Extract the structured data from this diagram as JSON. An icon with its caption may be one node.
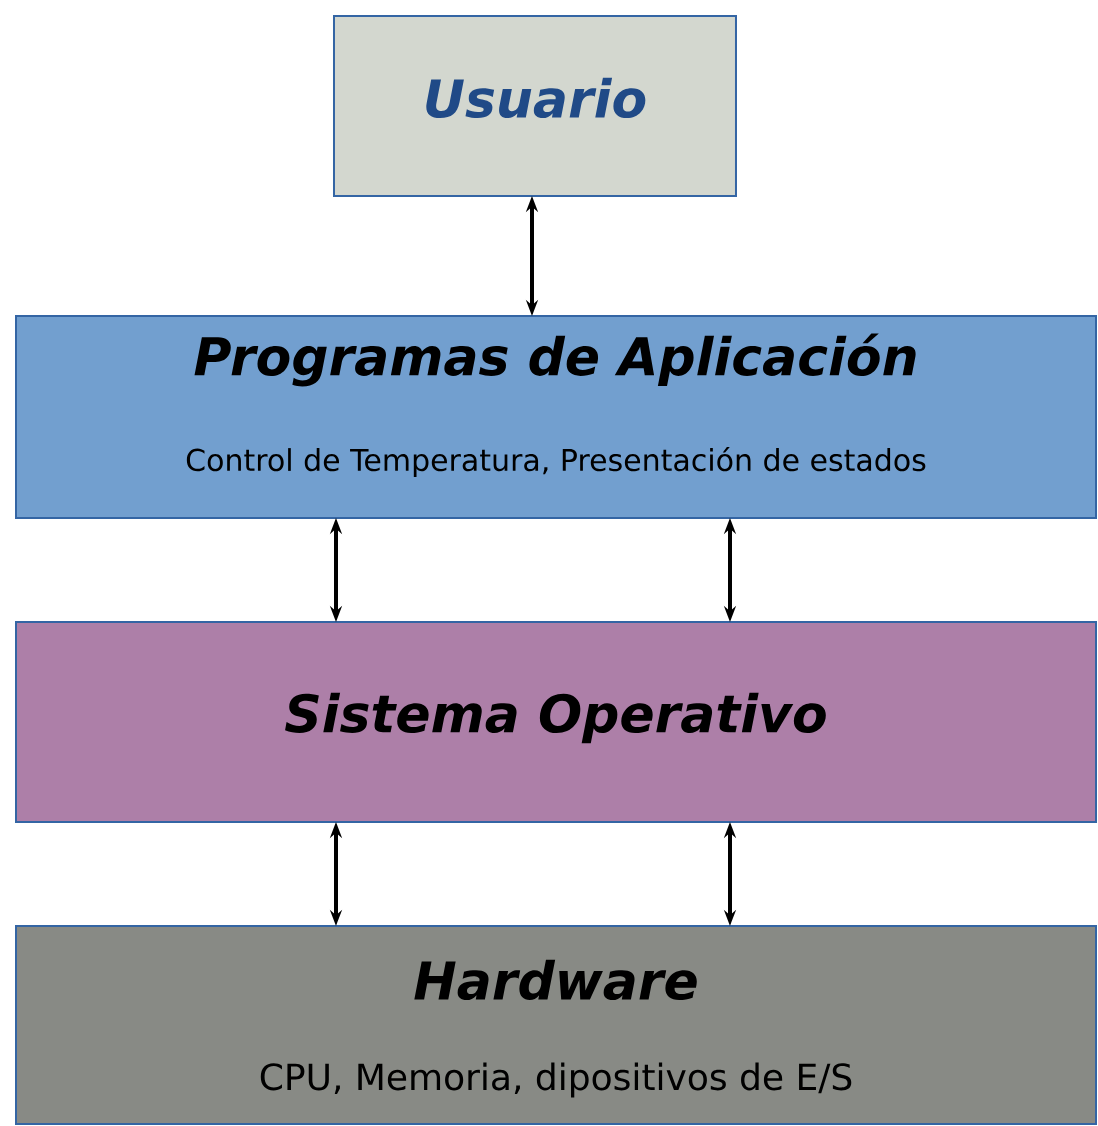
{
  "diagram": {
    "nodes": [
      {
        "text": [
          "Usuario"
        ]
      },
      {
        "text": [
          "Programas de Aplicación",
          "Control de Temperatura, Presentación de estados"
        ]
      },
      {
        "text": [
          "Sistema Operativo"
        ]
      },
      {
        "text": [
          "Hardware",
          "CPU, Memoria, dipositivos de E/S"
        ]
      }
    ],
    "edges": [
      {
        "from": 0,
        "to": 1,
        "arrow": "both"
      },
      {
        "from": 1,
        "to": 2,
        "arrow": "both"
      },
      {
        "from": 1,
        "to": 2,
        "arrow": "both"
      },
      {
        "from": 2,
        "to": 3,
        "arrow": "both"
      },
      {
        "from": 2,
        "to": 3,
        "arrow": "both"
      }
    ]
  }
}
